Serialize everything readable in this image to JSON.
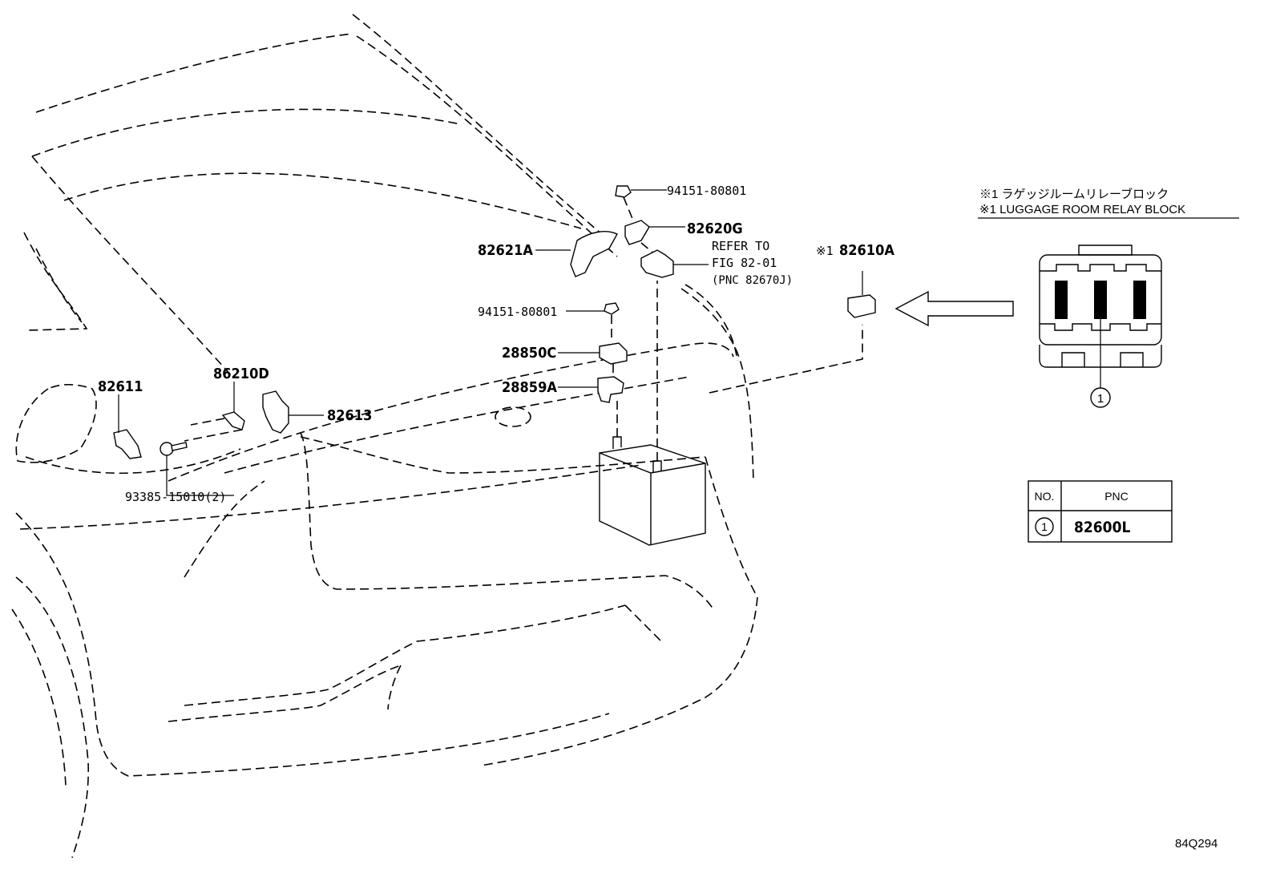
{
  "parts": {
    "p94151_top": "94151-80801",
    "p82620G": "82620G",
    "p82621A": "82621A",
    "refer_line1": "REFER TO",
    "refer_line2": "FIG 82-01",
    "refer_line3": "(PNC 82670J)",
    "p82610A_prefix": "※1",
    "p82610A": "82610A",
    "p94151_mid": "94151-80801",
    "p28850C": "28850C",
    "p28859A": "28859A",
    "p86210D": "86210D",
    "p82611": "82611",
    "p82613": "82613",
    "p93385": "93385-15010(2)"
  },
  "legend": {
    "jp": "※1 ラゲッジルームリレーブロック",
    "en": "※1 LUGGAGE ROOM RELAY BLOCK",
    "callout": "1"
  },
  "table": {
    "headers": [
      "NO.",
      "PNC"
    ],
    "rows": [
      {
        "no": "1",
        "pnc": "82600L"
      }
    ]
  },
  "footer": {
    "code": "84Q294"
  }
}
